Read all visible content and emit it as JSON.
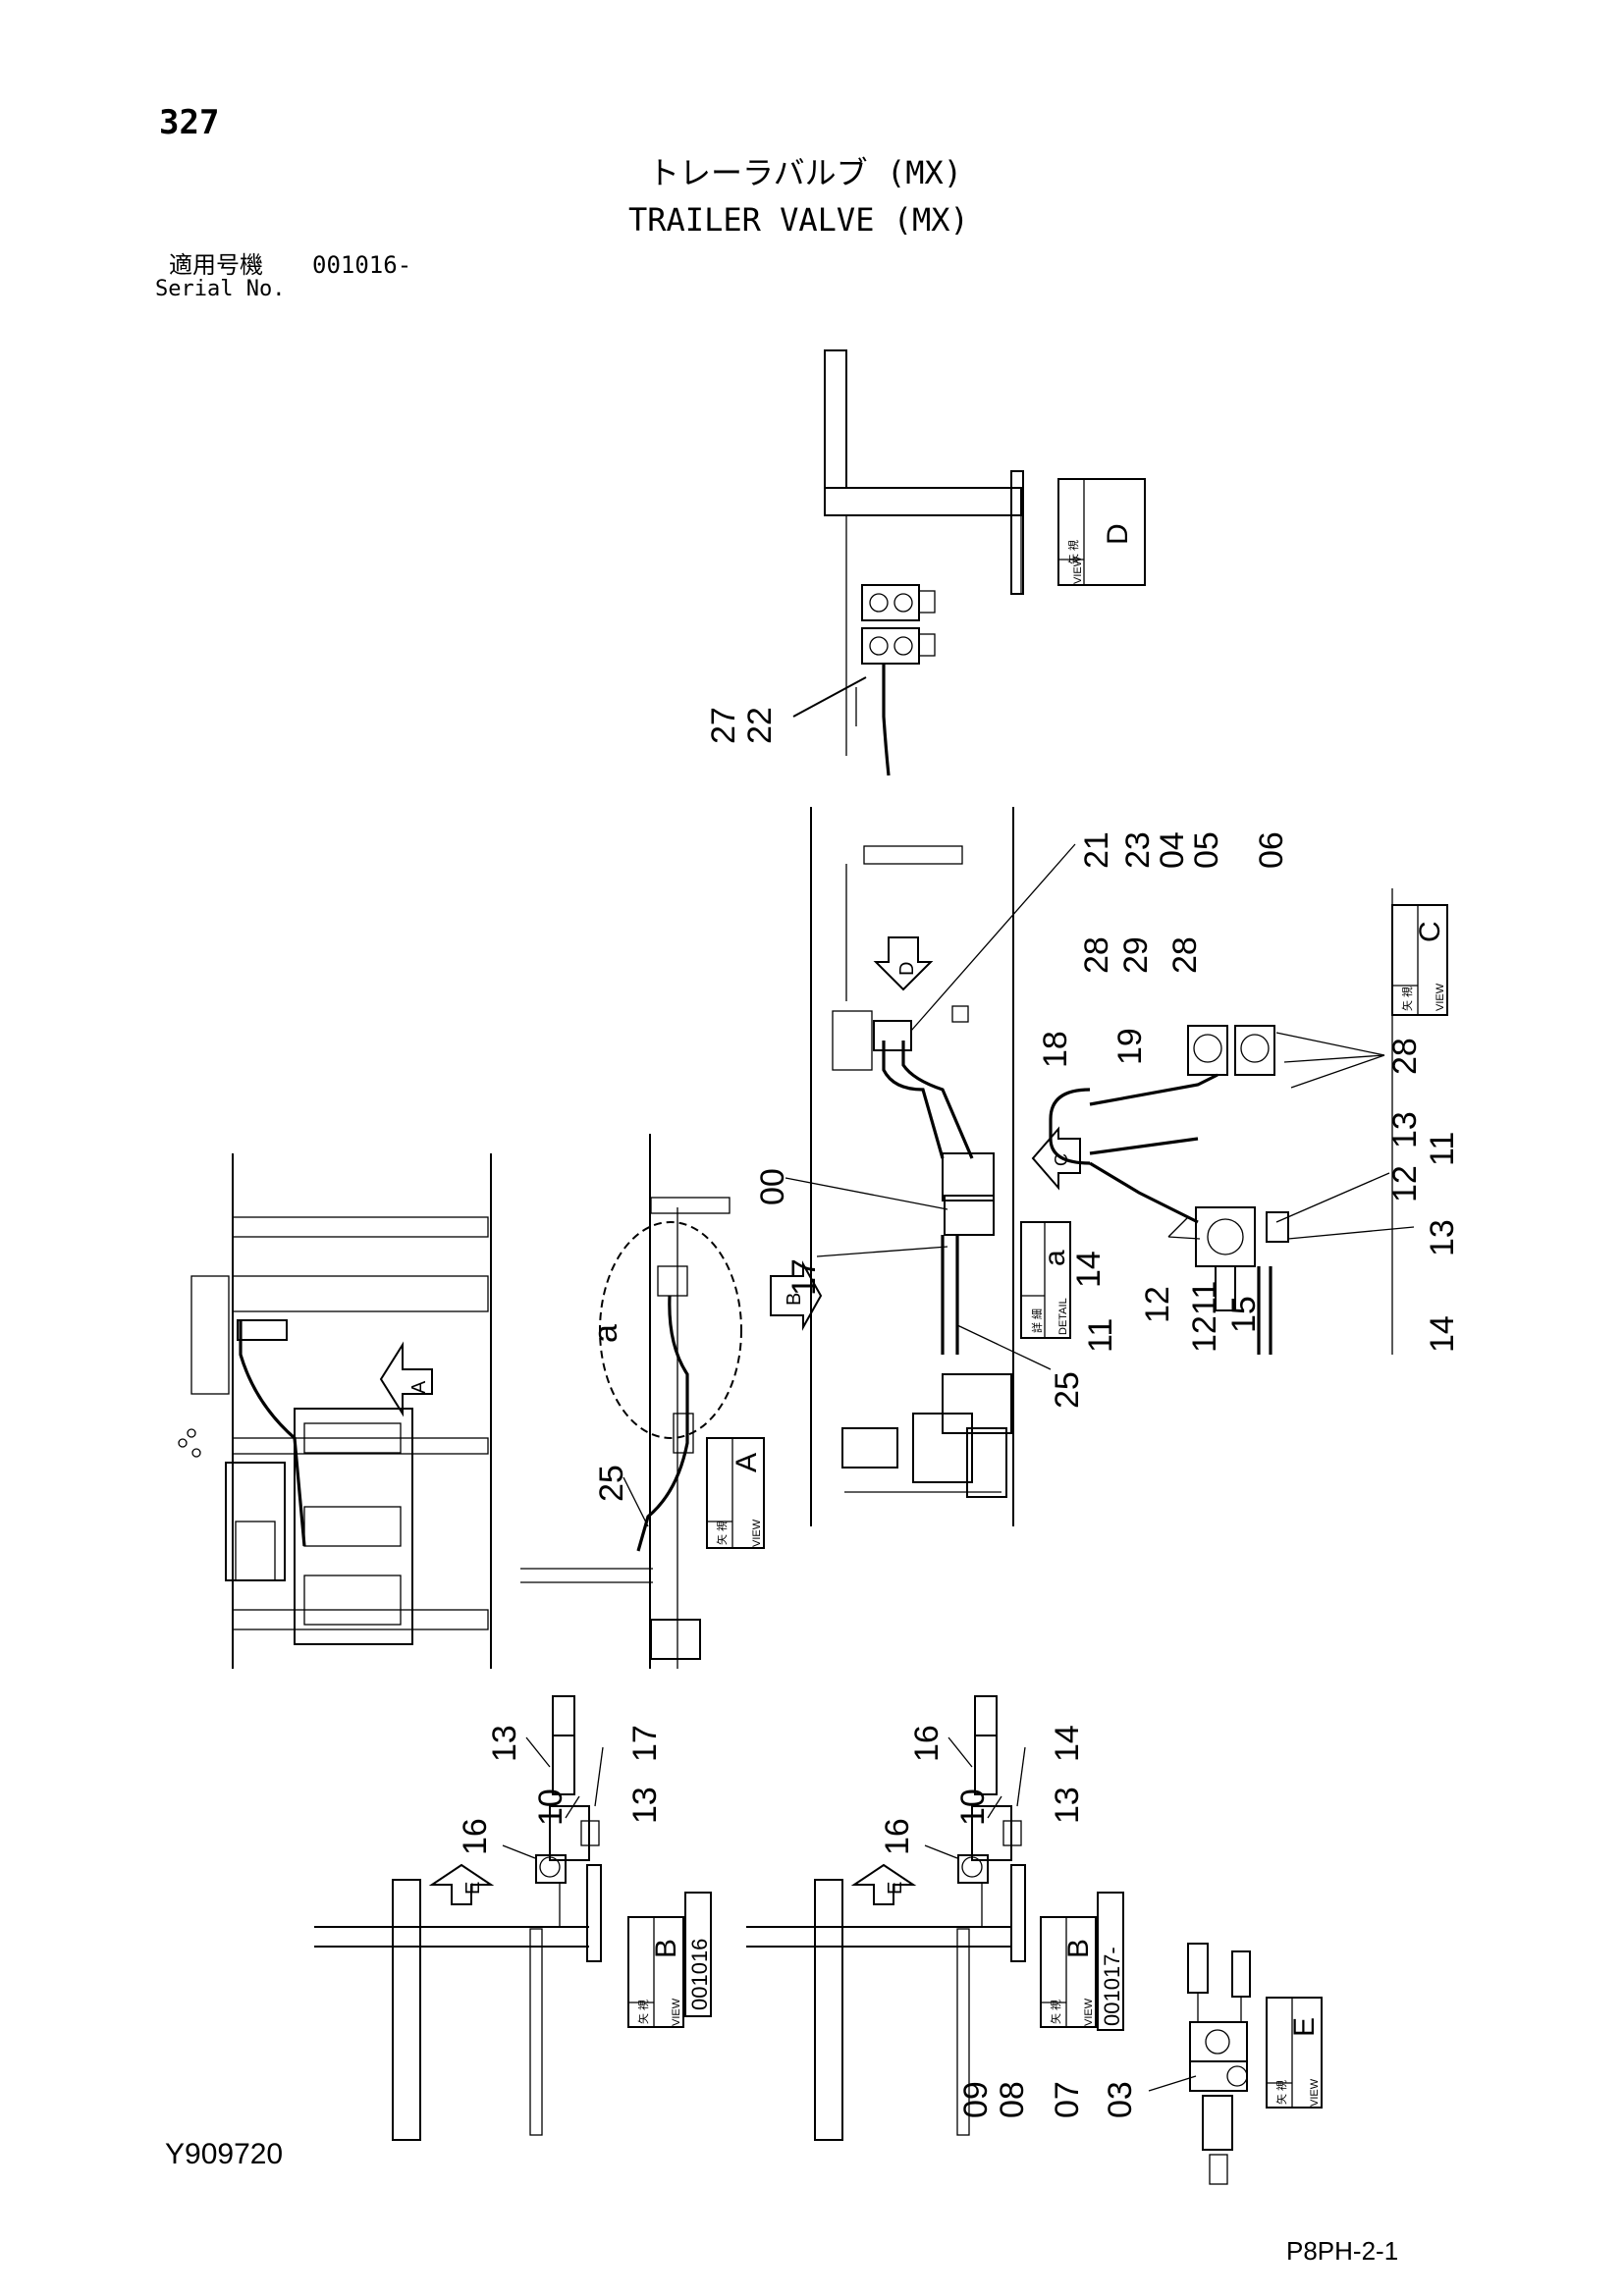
{
  "header": {
    "page_number": "327",
    "title_jp": "トレーラバルブ (MX)",
    "title_en": "TRAILER VALVE (MX)",
    "serial_label_jp": "適用号機",
    "serial_range": "001016-",
    "serial_label_en": "Serial No."
  },
  "footer": {
    "drawing_code": "Y909720",
    "page_code": "P8PH-2-1"
  },
  "views": {
    "view_d": {
      "kanji": "矢 視",
      "word": "VIEW",
      "letter": "D"
    },
    "view_c": {
      "kanji": "矢 視",
      "word": "VIEW",
      "letter": "C"
    },
    "view_a": {
      "kanji": "矢 視",
      "word": "VIEW",
      "letter": "A"
    },
    "detail_a": {
      "kanji": "詳 細",
      "word": "DETAIL",
      "letter": "a"
    },
    "view_b1": {
      "kanji": "矢 視",
      "word": "VIEW",
      "letter": "B"
    },
    "view_b2": {
      "kanji": "矢 視",
      "word": "VIEW",
      "letter": "B"
    },
    "view_e": {
      "kanji": "矢 視",
      "word": "VIEW",
      "letter": "E"
    },
    "serial_b1": "001016",
    "serial_b2": "001017-"
  },
  "arrows": {
    "a": "A",
    "b": "B",
    "c": "C",
    "d": "D",
    "e1": "E",
    "e2": "E",
    "detail_circle": "a"
  },
  "callouts": {
    "view_d": [
      "27",
      "22"
    ],
    "main_top": [
      "21",
      "23",
      "04",
      "05",
      "06"
    ],
    "main_left": [
      "00",
      "17",
      "25"
    ],
    "view_c": [
      "28",
      "29",
      "28",
      "19",
      "18",
      "28",
      "13",
      "12",
      "11",
      "13",
      "14",
      "14",
      "11",
      "12",
      "11",
      "12",
      "15"
    ],
    "view_a": [
      "25"
    ],
    "view_b1": [
      "13",
      "17",
      "10",
      "13",
      "16"
    ],
    "view_b2": [
      "16",
      "14",
      "10",
      "13",
      "16"
    ],
    "view_e": [
      "09",
      "08",
      "07",
      "03"
    ]
  }
}
